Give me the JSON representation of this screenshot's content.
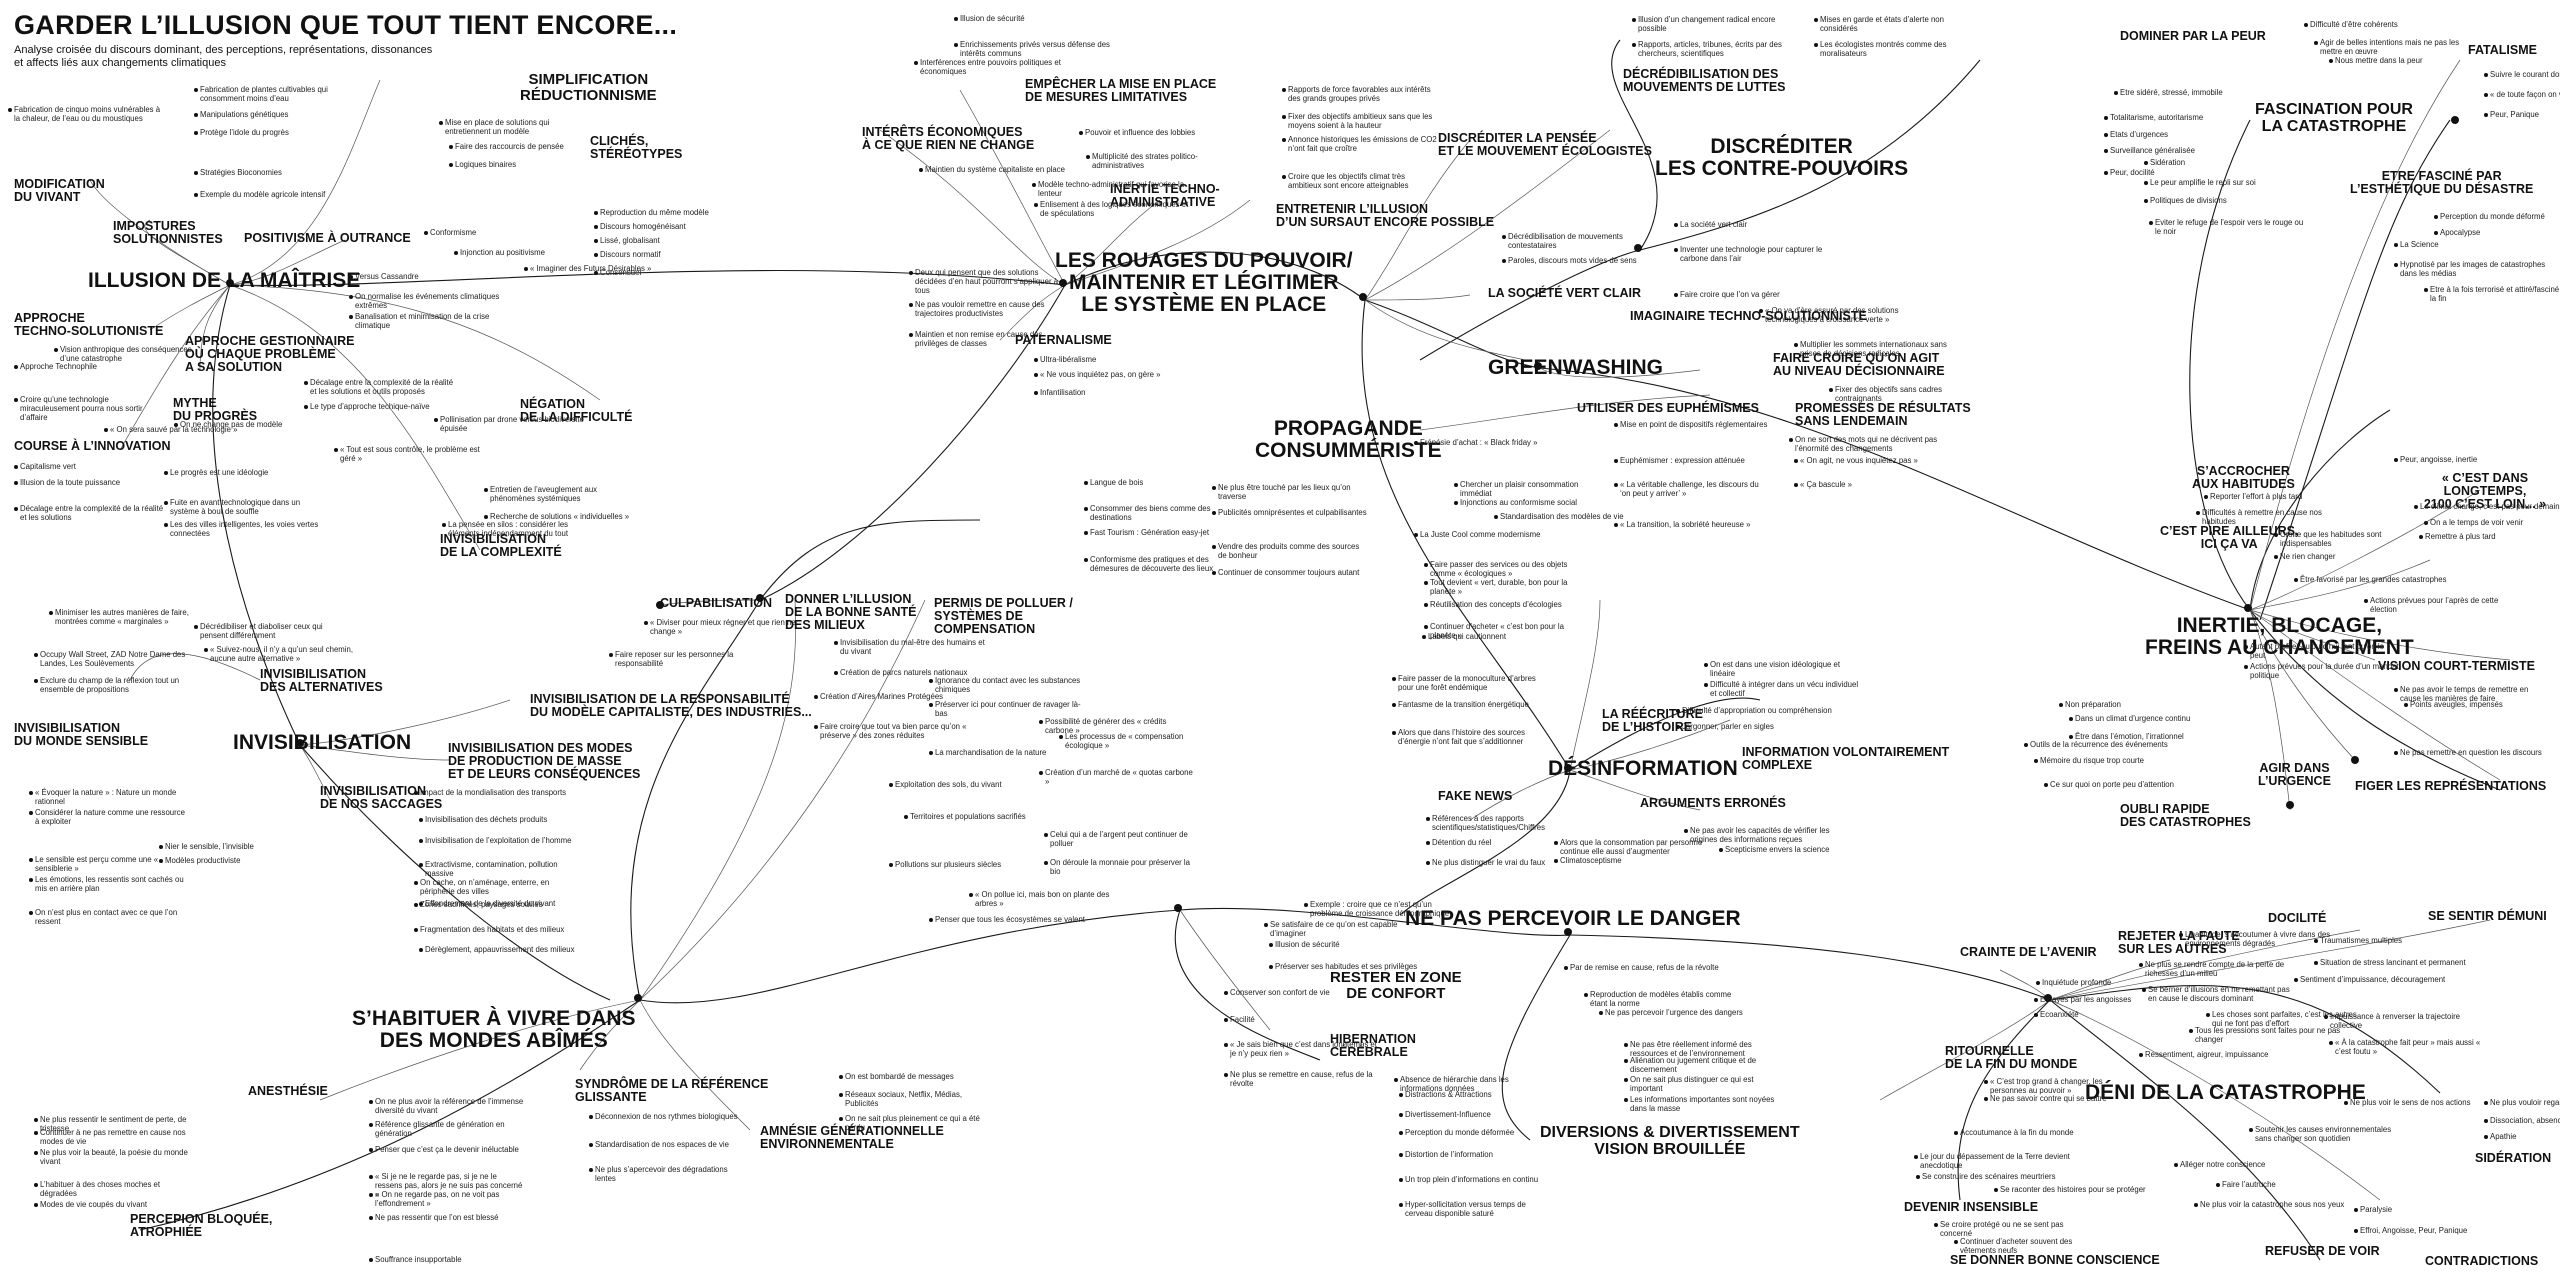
{
  "header": {
    "title": "GARDER L’ILLUSION QUE TOUT TIENT ENCORE...",
    "subtitle": "Analyse croisée du discours dominant, des perceptions, représentations, dissonances et affects liés aux changements climatiques"
  },
  "main_themes": {
    "illusion": "ILLUSION DE LA MAÎTRISE",
    "invisibilisation": "INVISIBILISATION",
    "rouages": "LES ROUAGES DU POUVOIR/\nMAINTENIR ET LÉGITIMER\nLE SYSTÈME EN PLACE",
    "greenwashing": "GREENWASHING",
    "propagande": "PROPAGANDE\nCONSUMMÉRISTE",
    "discrediter": "DISCRÉDITER\nLES CONTRE-POUVOIRS",
    "inertie": "INERTIE, BLOCAGE,\nFREINS AU CHANGEMENT",
    "desinformation": "DÉSINFORMATION",
    "danger": "NE PAS PERCEVOIR LE DANGER",
    "habituer": "S’HABITUER À VIVRE DANS\nDES MONDES ABÎMÉS",
    "deni": "DÉNI DE LA CATASTROPHE",
    "diversions": "DIVERSIONS & DIVERTISSEMENT\nVISION BROUILLÉE",
    "fascination": "FASCINATION POUR\nLA CATASTROPHE"
  },
  "sub_themes": [
    "SIMPLIFICATION\nRÉDUCTIONNISME",
    "CLICHÉS,\nSTÉRÉOTYPES",
    "MODIFICATION\nDU VIVANT",
    "IMPOSTURES\nSOLUTIONNISTES",
    "POSITIVISME À OUTRANCE",
    "APPROCHE\nTECHNO-SOLUTIONISTE",
    "APPROCHE GESTIONNAIRE\nOÙ CHAQUE PROBLÈME\nA SA SOLUTION",
    "MYTHE\nDU PROGRÈS",
    "COURSE À L’INNOVATION",
    "NÉGATION\nDE LA DIFFICULTÉ",
    "INVISIBILISATION\nDE LA COMPLEXITÉ",
    "INTÉRÊTS ÉCONOMIQUES\nÀ CE QUE RIEN NE CHANGE",
    "EMPÊCHER LA MISE EN PLACE\nDE MESURES LIMITATIVES",
    "PATERNALISME",
    "INERTIE TECHNO-\nADMINISTRATIVE",
    "ENTRETENIR L’ILLUSION\nD’UN SURSAUT ENCORE POSSIBLE",
    "DISCRÉDITER LA PENSÉE\nET LE MOUVEMENT ÉCOLOGISTES",
    "DÉCRÉDIBILISATION DES\nMOUVEMENTS DE LUTTES",
    "LA SOCIÉTÉ VERT CLAIR",
    "IMAGINAIRE TECHNO-SOLUTIONNISTE",
    "FAIRE CROIRE QU’ON AGIT\nAU NIVEAU DÉCISIONNAIRE",
    "UTILISER DES EUPHÉMISMES",
    "PROMESSES DE RÉSULTATS\nSANS LENDEMAIN",
    "DOMINER PAR LA PEUR",
    "FATALISME",
    "ETRE FASCINÉ PAR\nL’ESTHÉTIQUE DU DÉSASTRE",
    "« C’EST DANS LONGTEMPS,\n2100 C’EST LOIN... »",
    "S’ACCROCHER\nAUX HABITUDES",
    "C’EST PIRE AILLEURS,\nICI ÇA VA",
    "VISION COURT-TERMISTE",
    "AGIR DANS\nL’URGENCE",
    "OUBLI RAPIDE\nDES CATASTROPHES",
    "FIGER LES REPRÉSENTATIONS",
    "CULPABILISATION",
    "INVISIBILISATION\nDES ALTERNATIVES",
    "INVISIBILISATION\nDU MONDE SENSIBLE",
    "INVISIBILISATION DE LA RESPONSABILITÉ\nDU MODÈLE CAPITALISTE, DES INDUSTRIES...",
    "DONNER L’ILLUSION\nDE LA BONNE SANTÉ\nDES MILIEUX",
    "PERMIS DE POLLUER /\nSYSTÈMES DE\nCOMPENSATION",
    "INVISIBILISATION DES MODES\nDE PRODUCTION DE MASSE\nET DE LEURS CONSÉQUENCES",
    "INVISIBILISATION\nDE NOS SACCAGES",
    "LA RÉÉCRITURE\nDE L’HISTOIRE",
    "INFORMATION VOLONTAIREMENT\nCOMPLEXE",
    "FAKE NEWS",
    "ARGUMENTS ERRONÉS",
    "RESTER EN ZONE\nDE CONFORT",
    "HIBERNATION\nCÉRÉBRALE",
    "ANESTHÉSIE",
    "SYNDRÔME DE LA RÉFÉRENCE\nGLISSANTE",
    "AMNÉSIE GÉNÉRATIONNELLE\nENVIRONNEMENTALE",
    "PERCEPION BLOQUÉE,\nATROPHIÉE",
    "CRAINTE DE L’AVENIR",
    "REJETER LA FAUTE\nSUR LES AUTRES",
    "DOCILITÉ",
    "SE SENTIR DÉMUNI",
    "RITOURNELLE\nDE LA FIN DU MONDE",
    "DEVENIR INSENSIBLE",
    "SE DONNER BONNE CONSCIENCE",
    "REFUSER DE VOIR",
    "SIDÉRATION",
    "CONTRADICTIONS"
  ],
  "leaves": [
    "Fabrication de cinquo moins vulnérables à la chaleur, de l’eau ou du moustiques",
    "Fabrication de plantes cultivables qui consomment moins d’eau",
    "Manipulations génétiques",
    "Protège l’idole du progrès",
    "Stratégies Bioconomies",
    "Exemple du modèle agricole intensif",
    "Mise en place de solutions qui entretiennent un modèle",
    "Faire des raccourcis de pensée",
    "Logiques binaires",
    "Reproduction du même modèle",
    "Discours homogénéisant",
    "Lissé, globalisant",
    "Discours normatif",
    "Consensuel",
    "Conformisme",
    "Injonction au positivisme",
    "« Imaginer des Futurs Désirables »",
    "Versus Cassandre",
    "On normalise les événements climatiques extrêmes",
    "Banalisation et minimisation de la crise climatique",
    "Vision anthropique des conséquences d’une catastrophe",
    "Approche Technophile",
    "Croire qu’une technologie miraculeusement pourra nous sortir d’affaire",
    "« On sera sauvé par la technologie »",
    "Capitalisme vert",
    "Illusion de la toute puissance",
    "Décalage entre la complexité de la réalité et les solutions",
    "Décalage entre la complexité de la réalité et les solutions et outils proposés",
    "Le type d’approche techique-naïve",
    "« Tout est sous contrôle, le problème est géré »",
    "On ne change pas de modèle",
    "Le progrès est une idéologie",
    "Fuite en avant technologique dans un système à bout de souffle",
    "Les des villes intelligentes, les voies vertes connectées",
    "Pollinisation par drone versus biodiversité épuisée",
    "Entretien de l’aveuglement aux phénomènes systémiques",
    "Recherche de solutions « individuelles »",
    "La pensée en silos : considérer les éléments indépendamment du tout",
    "Illusion de sécurité",
    "Enrichissements privés versus défense des intérêts communs",
    "Interférences entre pouvoirs politiques et économiques",
    "Pouvoir et influence des lobbies",
    "Multiplicité des strates politico-administratives",
    "Modèle techno-administratif qui favorise la lenteur",
    "Enlisement à des logiques économiques et de spéculations",
    "Maintien du système capitaliste en place",
    "Ultra-libéralisme",
    "« Ne vous inquiétez pas, on gère »",
    "Infantilisation",
    "Deux qui pensent que des solutions décidées d’en haut pourront s’appliquer à tous",
    "Ne pas vouloir remettre en cause des trajectoires productivistes",
    "Maintien et non remise en cause des privilèges de classes",
    "Rapports de force favorables aux intérêts des grands groupes privés",
    "Fixer des objectifs ambitieux sans que les moyens soient à la hauteur",
    "Annonce historiques les émissions de CO2 n’ont fait que croître",
    "Croire que les objectifs climat très ambitieux sont encore atteignables",
    "Illusion d’un changement radical encore possible",
    "Rapports, articles, tribunes, écrits par des chercheurs, scientifiques",
    "Mises en garde et états d’alerte non considérés",
    "Les écologistes montrés comme des moralisateurs",
    "Décrédibilisation de mouvements contestataires",
    "Paroles, discours mots vides de sens",
    "La société vert clair",
    "Inventer une technologie pour capturer le carbone dans l’air",
    "Faire croire que l’on va gérer",
    "« On va d’ère assuré par des solutions technologiques à croissance verte »",
    "Multiplier les sommets internationaux sans prises de décisions radicales",
    "Fixer des objectifs sans cadres contraignants",
    "Mise en point de dispositifs réglementaires",
    "Euphémismer : expression atténuée",
    "« La véritable challenge, les discours du ‘on peut y arriver’ »",
    "« La transition, la sobriété heureuse »",
    "On ne sort des mots qui ne décrivent pas l’énormité des changements",
    "« On agit, ne vous inquiétez pas »",
    "« Ça bascule »",
    "Langue de bois",
    "Consommer des biens comme des destinations",
    "Fast Tourism : Génération easy-jet",
    "Conformisme des pratiques et des démesures de découverte des lieux",
    "Ne plus être touché par les lieux qu’on traverse",
    "Publicités omniprésentes et culpabilisantes",
    "Vendre des produits comme des sources de bonheur",
    "Continuer de consommer toujours autant",
    "Frénésie d’achat : « Black friday »",
    "Chercher un plaisir consommation immédiat",
    "Injonctions au conformisme social",
    "Standardisation des modèles de vie",
    "La Juste Cool comme modernisme",
    "Faire passer des services ou des objets comme « écologiques »",
    "Tout devient « vert, durable, bon pour la planète »",
    "Réutilisation des concepts d’écologies",
    "Continuer d’acheter « c’est bon pour la planète »",
    "Labels qui cautionnent",
    "« Diviser pour mieux régner et que rien ne change »",
    "Faire reposer sur les personnes la responsabilité",
    "Minimiser les autres manières de faire, montrées comme « marginales »",
    "Décrédibiliser et diaboliser ceux qui pensent différemment",
    "« Suivez-nous, il n’y a qu’un seul chemin, aucune autre alternative »",
    "Occupy Wall Street, ZAD Notre Dame des Landes, Les Soulèvements",
    "Exclure du champ de la réflexion tout un ensemble de propositions",
    "« Évoquer la nature » : Nature un monde rationnel",
    "Considérer la nature comme une ressource à exploiter",
    "Nier le sensible, l’invisible",
    "Modèles productiviste",
    "Le sensible est perçu comme une « sensiblerie »",
    "Les émotions, les ressentis sont cachés ou mis en arrière plan",
    "On n’est plus en contact avec ce que l’on ressent",
    "Impact de la mondialisation des transports",
    "Invisibilisation des déchets produits",
    "Invisibilisation de l’exploitation de l’homme",
    "Extractivisme, contamination, pollution massive",
    "On cache, on n’aménage, enterre, en périphérie des villes",
    "Zones sacrifiées, paysages souillés",
    "Fragmentation des habitats et des milieux",
    "Dérèglement, appauvrissement des milieux",
    "Effondrement de la diversité du vivant",
    "Invisibilisation du mal-être des humains et du vivant",
    "Création de parcs naturels nationaux",
    "Création d’Aires Marines Protégées",
    "Faire croire que tout va bien parce qu’on « préserve » des zones réduites",
    "Préserver ici pour continuer de ravager là-bas",
    "La marchandisation de la nature",
    "Exploitation des sols, du vivant",
    "Territoires et populations sacrifiés",
    "Pollutions sur plusieurs siècles",
    "Ignorance du contact avec les substances chimiques",
    "Les processus de « compensation écologique »",
    "Possibilité de générer des « crédits carbone »",
    "Création d’un marché de « quotas carbone »",
    "Celui qui a de l’argent peut continuer de polluer",
    "On déroule la monnaie pour préserver la bio",
    "« On pollue ici, mais bon on plante des arbres »",
    "Penser que tous les écosystèmes se valent",
    "Faire passer de la monoculture d’arbres pour une forêt endémique",
    "Fantasme de la transition énergétique",
    "Alors que dans l’histoire des sources d’énergie n’ont fait que s’additionner",
    "On est dans une vision idéologique et linéaire",
    "Difficulté à intégrer dans un vécu individuel et collectif",
    "Difficulté d’appropriation ou compréhension",
    "Jargonner, parler en sigles",
    "Références à des rapports scientifiques/statistiques/Chiffres",
    "Détention du réel",
    "Ne plus distinguer le vrai du faux",
    "Ne pas avoir les capacités de vérifier les origines des informations reçues",
    "Alors que la consommation par personne continue elle aussi d’augmenter",
    "Climatosceptisme",
    "Scepticisme envers la science",
    "Exemple : croire que ce n’est qu’un problème de croissance démographique",
    "Se satisfaire de ce qu’on est capable d’imaginer",
    "Illusion de sécurité",
    "Préserver ses habitudes et ses privilèges",
    "Conserver son confort de vie",
    "Facilité",
    "« Je sais bien que c’est dans longtemps et je n’y peux rien »",
    "Ne plus se remettre en cause, refus de la révolte",
    "Par de remise en cause, refus de la révolte",
    "Reproduction de modèles établis comme étant la norme",
    "Ne pas percevoir l’urgence des dangers",
    "Ne pas être réellement informé des ressources et de l’environnement",
    "Aliénation ou jugement critique et de discernement",
    "On ne sait plus distinguer ce qui est important",
    "Les informations importantes sont noyées dans la masse",
    "Absence de hiérarchie dans les informations données",
    "Distractions & Attractions",
    "Divertissement-Influence",
    "Perception du monde déformée",
    "Distortion de l’information",
    "Un trop plein d’informations en continu",
    "Hyper-sollicitation versus temps de cerveau disponible saturé",
    "On est bombardé de messages",
    "Réseaux sociaux, Netflix, Médias, Publicités",
    "On ne sait plus pleinement ce qui a été perdu",
    "On ne plus avoir la référence de l’immense diversité du vivant",
    "Référence glissante de génération en génération",
    "Penser que c’est ça le devenir inéluctable",
    "« Si je ne le regarde pas, si je ne le ressens pas, alors je ne suis pas concerné »",
    "« On ne regarde pas, on ne voit pas l’effondrement »",
    "Ne pas ressentir que l’on est blessé",
    "Souffrance insupportable",
    "Ne plus ressentir le sentiment de perte, de tristesse",
    "Continuer à ne pas remettre en cause nos modes de vie",
    "Ne plus voir la beauté, la poésie du monde vivant",
    "L’habituer à des choses moches et dégradées",
    "Modes de vie coupés du vivant",
    "Déconnexion de nos rythmes biologiques",
    "Standardisation de nos espaces de vie",
    "Ne plus s’apercevoir des dégradations lentes",
    "L’habitude, s’accoutumer à vivre dans des environnements dégradés",
    "Ne plus se rendre compte de la perte de richesses d’un milieu",
    "Se berner d’illusions en ne remettant pas en cause le discours dominant",
    "Les choses sont parfaites, c’est les autres qui ne font pas d’effort",
    "Tous les pressions sont faites pour ne pas changer",
    "Ressentiment, aigreur, impuissance",
    "Inquiétude profonde",
    "Effrayés par les angoisses",
    "Ecoanxiété",
    "Traumatismes multiples",
    "Situation de stress lancinant et permanent",
    "Sentiment d’impuissance, découragement",
    "Impuissance à renverser la trajectoire collective",
    "« À la catastrophe fait peur » mais aussi « c’est foutu »",
    "« C’est trop grand à changer, les personnes au pouvoir »",
    "Ne pas savoir contre qui se battre",
    "Accoutumance à la fin du monde",
    "Le jour du dépassement de la Terre devient anecdotique",
    "Se construire des scénaires meurtriers",
    "Se raconter des histoires pour se protéger",
    "Se croire protégé ou ne se sent pas concerné",
    "Continuer d’acheter souvent des vêtements neufs",
    "Soutenir les causes environnementales sans changer son quotidien",
    "Alléger notre conscience",
    "Faire l’autruche",
    "Ne plus voir la catastrophe sous nos yeux",
    "Ne plus voir le sens de nos actions",
    "Ne plus vouloir regarder",
    "Dissociation, absence de responsabilité",
    "Apathie",
    "Paralysie",
    "Effroi, Angoisse, Peur, Panique",
    "Difficulté d’être cohérents",
    "Agir de belles intentions mais ne pas les mettre en œuvre",
    "Nous mettre dans la peur",
    "Etre sidéré, stressé, immobile",
    "Totalitarisme, autoritarisme",
    "Etats d’urgences",
    "Surveillance généralisée",
    "Peur, docilité",
    "Suivre le courant dominant",
    "« de toute façon on va tous mourir »",
    "Peur, Panique",
    "Sidération",
    "Le peur amplifie le repli sur soi",
    "Politiques de divisions",
    "Eviter le refuge de l’espoir vers le rouge ou le noir",
    "Perception du monde déformé",
    "Apocalypse",
    "La Science",
    "Hypnotisé par les images de catastrophes dans les médias",
    "Etre à la fois terrorisé et attiré/fasciné par la fin",
    "Peur, angoisse, inertie",
    "Le climat change, c’est pas pour demain",
    "On a le temps de voir venir",
    "Remettre à plus tard",
    "Reporter l’effort à plus tard",
    "Difficultés à remettre en cause nos habitudes",
    "Croire que les habitudes sont indispensables",
    "Ne rien changer",
    "Être favorisé par les grandes catastrophes",
    "Actions prévues pour l’après de cette élection",
    "Autant profiter aujourd’hui tant qu’on le peut",
    "Actions prévues pour la durée d’un mandat politique",
    "Ne pas avoir le temps de remettre en cause les manières de faire",
    "Points aveugles, impensés",
    "Non préparation",
    "Dans un climat d’urgence continu",
    "Être dans l’émotion, l’irrationnel",
    "Outils de la récurrence des événements",
    "Mémoire du risque trop courte",
    "Ce sur quoi on porte peu d’attention",
    "Ne pas remettre en question les discours"
  ]
}
